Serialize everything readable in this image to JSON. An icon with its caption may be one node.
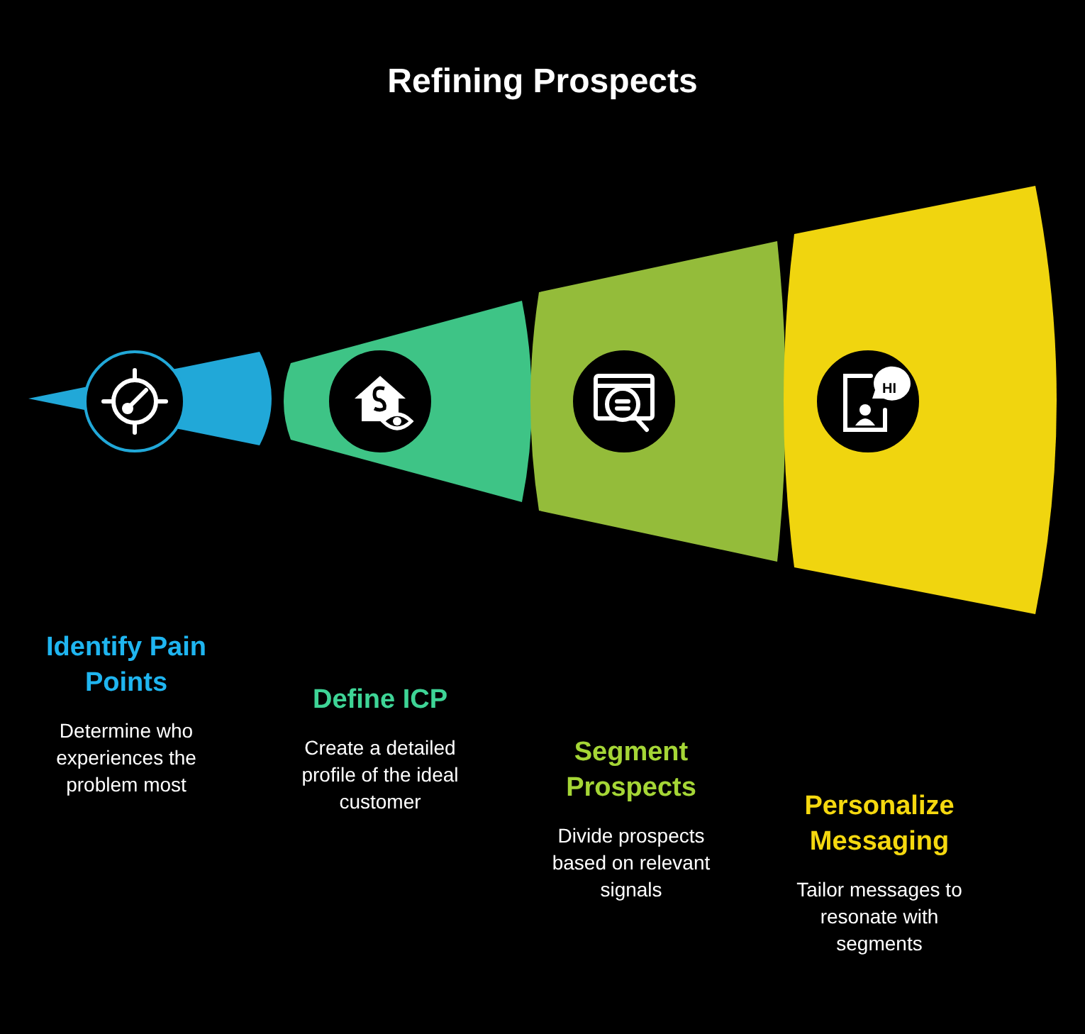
{
  "diagram": {
    "title": "Refining Prospects",
    "nodes": [
      {
        "text": [
          "Identify Pain Points",
          "Determine who experiences the problem most"
        ]
      },
      {
        "text": [
          "Define ICP",
          "Create a detailed profile of the ideal customer"
        ]
      },
      {
        "text": [
          "Segment Prospects",
          "Divide prospects based on relevant signals"
        ]
      },
      {
        "text": [
          "Personalize Messaging",
          "Tailor messages to resonate with segments"
        ]
      }
    ],
    "labels": [
      "HI"
    ]
  }
}
